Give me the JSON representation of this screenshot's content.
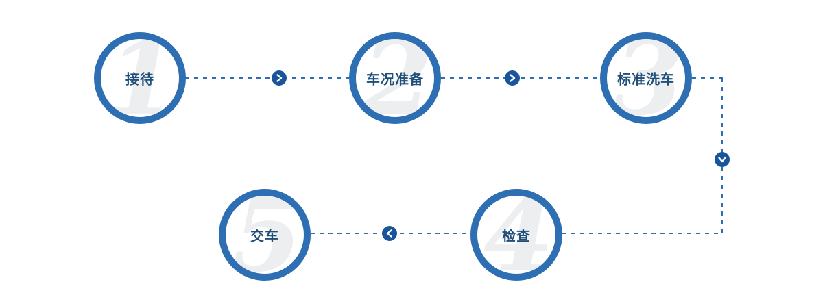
{
  "flow": {
    "steps": [
      {
        "number": "1",
        "label": "接待"
      },
      {
        "number": "2",
        "label": "车况准备"
      },
      {
        "number": "3",
        "label": "标准洗车"
      },
      {
        "number": "4",
        "label": "检查"
      },
      {
        "number": "5",
        "label": "交车"
      }
    ],
    "arrows": [
      {
        "icon": "chevron-right-icon",
        "between": "step-1 to step-2"
      },
      {
        "icon": "chevron-right-icon",
        "between": "step-2 to step-3"
      },
      {
        "icon": "chevron-down-icon",
        "between": "step-3 to step-4"
      },
      {
        "icon": "chevron-left-icon",
        "between": "step-4 to step-5"
      }
    ]
  },
  "colors": {
    "ring-blue": "#2d6fb2",
    "dot-blue": "#1a559c",
    "label-blue": "#1f4e79",
    "watermark-gray": "#eceef0",
    "background": "#ffffff"
  }
}
